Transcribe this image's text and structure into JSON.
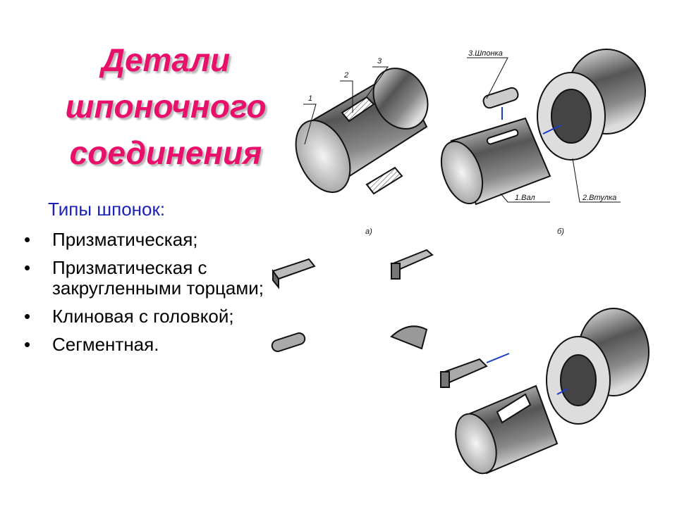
{
  "slide": {
    "title_lines": [
      "Детали",
      "шпоночного",
      "соединения"
    ],
    "subtitle": "Типы шпонок:",
    "items": [
      "Призматическая;",
      "Призматическая с закругленными торцами;",
      "Клиновая с головкой;",
      "Сегментная."
    ]
  },
  "figure": {
    "labels_a": [
      "1",
      "2",
      "3"
    ],
    "caption_a": "а)",
    "label_key": "3.Шпонка",
    "label_shaft": "1.Вал",
    "label_bushing": "2.Втулка",
    "caption_b": "б)"
  },
  "colors": {
    "title": "#e8106a",
    "subtitle": "#1a22b8",
    "arrow": "#1a3cc8"
  }
}
